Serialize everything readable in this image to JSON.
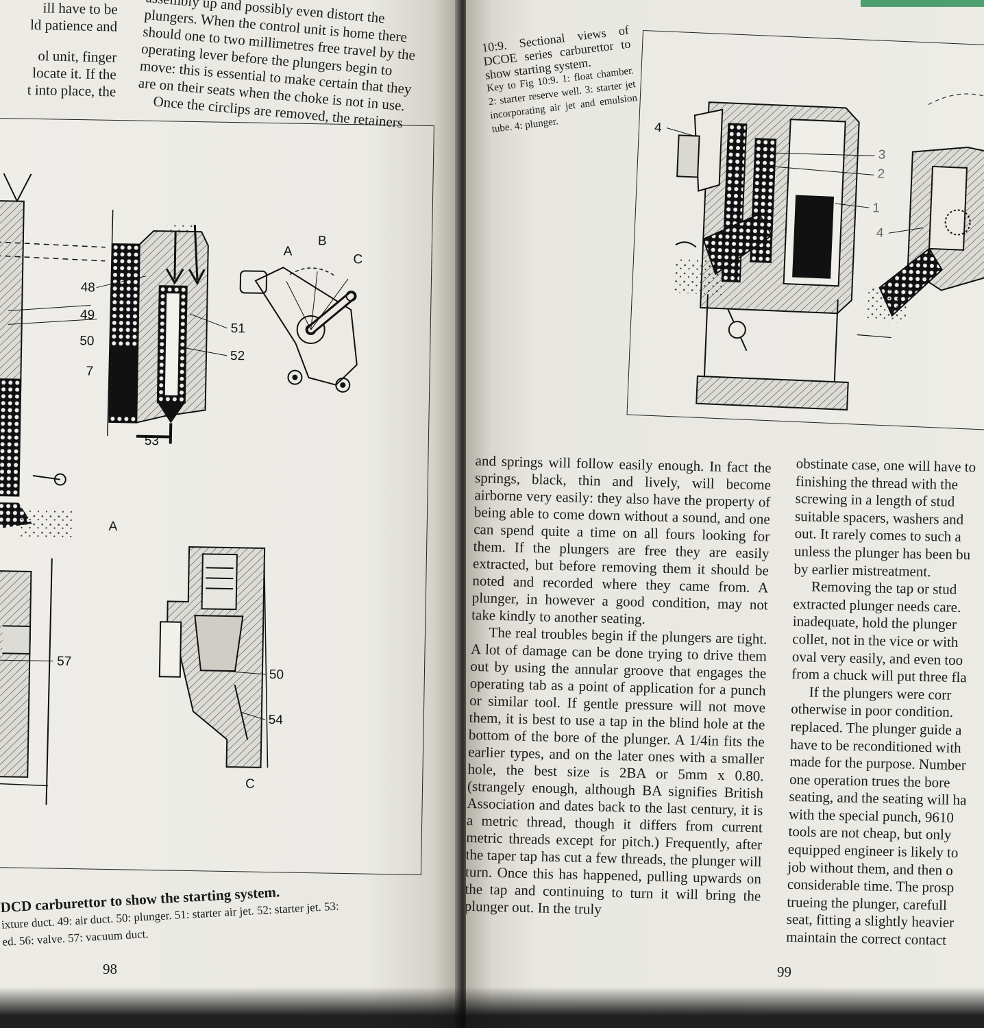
{
  "left_page": {
    "top_col1": [
      "ill have to be",
      "ld patience and",
      "ol unit, finger",
      "locate it. If the",
      "t into place, the"
    ],
    "top_col2": [
      "assembly up and possibly even distort the",
      "plungers. When the control unit is home there",
      "should one to two millimetres free travel by the",
      "operating lever before the plungers begin to",
      "move: this is essential to make certain that they",
      "are on their seats when the choke is not in use.",
      "Once the circlips are removed, the retainers"
    ],
    "figure": {
      "callouts": [
        "48",
        "49",
        "50",
        "7",
        "51",
        "52",
        "53",
        "57",
        "50",
        "54"
      ],
      "section_letters": [
        "A",
        "B",
        "C"
      ],
      "panel_labels": [
        "A",
        "B",
        "C"
      ]
    },
    "caption_lines": [
      "DCD carburettor to show the starting system.",
      "ixture duct. 49: air duct. 50: plunger. 51: starter air jet. 52: starter jet. 53:",
      "ed. 56: valve. 57: vacuum duct."
    ],
    "page_number": "98"
  },
  "right_page": {
    "figure_key": {
      "title": "10:9. Sectional views of DCOE series carburettor to show starting system.",
      "body": "Key to Fig 10:9. 1: float chamber. 2: starter reserve well. 3: starter jet incorporating air jet and emulsion tube. 4: plunger."
    },
    "figure": {
      "callouts": [
        "4",
        "3",
        "2",
        "1",
        "4"
      ]
    },
    "col1_paragraphs": [
      "and springs will follow easily enough. In fact the springs, black, thin and lively, will become airborne very easily: they also have the property of being able to come down without a sound, and one can spend quite a time on all fours looking for them. If the plungers are free they are easily extracted, but before removing them it should be noted and recorded where they came from. A plunger, in however a good condition, may not take kindly to another seating.",
      "The real troubles begin if the plungers are tight. A lot of damage can be done trying to drive them out by using the annular groove that engages the operating tab as a point of application for a punch or similar tool. If gentle pressure will not move them, it is best to use a tap in the blind hole at the bottom of the bore of the plunger. A 1/4in fits the earlier types, and on the later ones with a smaller hole, the best size is 2BA or 5mm x 0.80. (strangely enough, although BA signifies British Association and dates back to the last century, it is a metric thread, though it differs from current metric threads except for pitch.) Frequently, after the taper tap has cut a few threads, the plunger will turn. Once this has happened, pulling upwards on the tap and continuing to turn it will bring the plunger out. In the truly"
    ],
    "col2_lines": [
      "obstinate case, one will have to",
      "finishing the thread with the",
      "screwing in a length of stud",
      "suitable spacers, washers and",
      "out. It rarely comes to such a",
      "unless the plunger has been bu",
      "by earlier mistreatment.",
      "Removing the tap or stud",
      "extracted plunger needs care.",
      "inadequate, hold the plunger",
      "collet, not in the vice or with",
      "oval very easily, and even too",
      "from a chuck will put three fla",
      "If the plungers were corr",
      "otherwise in poor condition.",
      "replaced. The plunger guide a",
      "have to be reconditioned with",
      "made for the purpose. Number",
      "one operation trues the bore",
      "seating, and the seating will ha",
      "with the special punch, 9610",
      "tools are not cheap, but only",
      "equipped engineer is likely to",
      "job without them, and then o",
      "considerable time. The prosp",
      "trueing the plunger, carefull",
      "seat, fitting a slightly heavier",
      "maintain the correct contact"
    ],
    "page_number": "99"
  }
}
